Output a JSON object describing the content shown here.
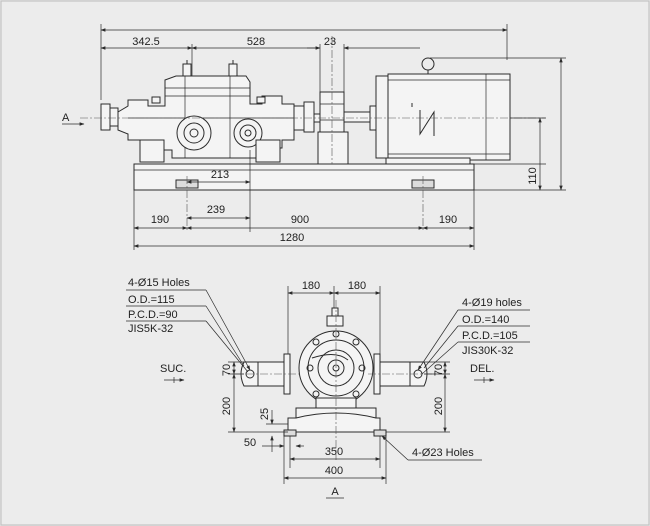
{
  "top_view": {
    "dims": {
      "d342": "342.5",
      "d528": "528",
      "d23": "23",
      "d213": "213",
      "d190_left": "190",
      "d239": "239",
      "d900": "900",
      "d190_right": "190",
      "d1280": "1280",
      "d110": "110"
    },
    "section_mark": "A"
  },
  "front_view": {
    "dims": {
      "d180_left": "180",
      "d180_right": "180",
      "d70_left": "70",
      "d200_left": "200",
      "d25": "25",
      "d50": "50",
      "d350": "350",
      "d400": "400",
      "d70_right": "70",
      "d200_right": "200"
    },
    "suction_notes": {
      "holes": "4-Ø15 Holes",
      "od": "O.D.=115",
      "pcd": "P.C.D.=90",
      "std": "JIS5K-32"
    },
    "delivery_notes": {
      "holes": "4-Ø19 holes",
      "od": "O.D.=140",
      "pcd": "P.C.D.=105",
      "std": "JIS30K-32"
    },
    "base_holes": "4-Ø23 Holes",
    "suc_label": "SUC.",
    "del_label": "DEL.",
    "section_mark": "A"
  }
}
